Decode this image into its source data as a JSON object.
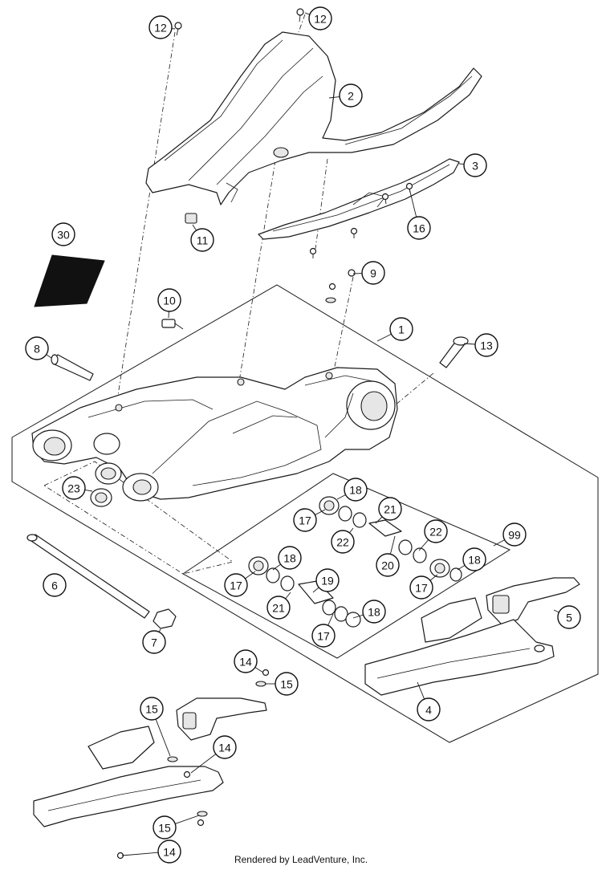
{
  "footer_text": "Rendered by LeadVenture, Inc.",
  "callouts": [
    {
      "id": "c12a",
      "label": "12"
    },
    {
      "id": "c12b",
      "label": "12"
    },
    {
      "id": "c2",
      "label": "2"
    },
    {
      "id": "c3",
      "label": "3"
    },
    {
      "id": "c16",
      "label": "16"
    },
    {
      "id": "c11",
      "label": "11"
    },
    {
      "id": "c30",
      "label": "30"
    },
    {
      "id": "c9",
      "label": "9"
    },
    {
      "id": "c10",
      "label": "10"
    },
    {
      "id": "c1",
      "label": "1"
    },
    {
      "id": "c8",
      "label": "8"
    },
    {
      "id": "c13",
      "label": "13"
    },
    {
      "id": "c23",
      "label": "23"
    },
    {
      "id": "c18a",
      "label": "18"
    },
    {
      "id": "c17a",
      "label": "17"
    },
    {
      "id": "c21a",
      "label": "21"
    },
    {
      "id": "c22a",
      "label": "22"
    },
    {
      "id": "c22b",
      "label": "22"
    },
    {
      "id": "c99",
      "label": "99"
    },
    {
      "id": "c6",
      "label": "6"
    },
    {
      "id": "c18b",
      "label": "18"
    },
    {
      "id": "c20",
      "label": "20"
    },
    {
      "id": "c18c",
      "label": "18"
    },
    {
      "id": "c17b",
      "label": "17"
    },
    {
      "id": "c19",
      "label": "19"
    },
    {
      "id": "c17c",
      "label": "17"
    },
    {
      "id": "c21b",
      "label": "21"
    },
    {
      "id": "c18d",
      "label": "18"
    },
    {
      "id": "c5",
      "label": "5"
    },
    {
      "id": "c7",
      "label": "7"
    },
    {
      "id": "c17d",
      "label": "17"
    },
    {
      "id": "c14a",
      "label": "14"
    },
    {
      "id": "c15a",
      "label": "15"
    },
    {
      "id": "c4",
      "label": "4"
    },
    {
      "id": "c15b",
      "label": "15"
    },
    {
      "id": "c14b",
      "label": "14"
    },
    {
      "id": "c15c",
      "label": "15"
    },
    {
      "id": "c14c",
      "label": "14"
    }
  ]
}
